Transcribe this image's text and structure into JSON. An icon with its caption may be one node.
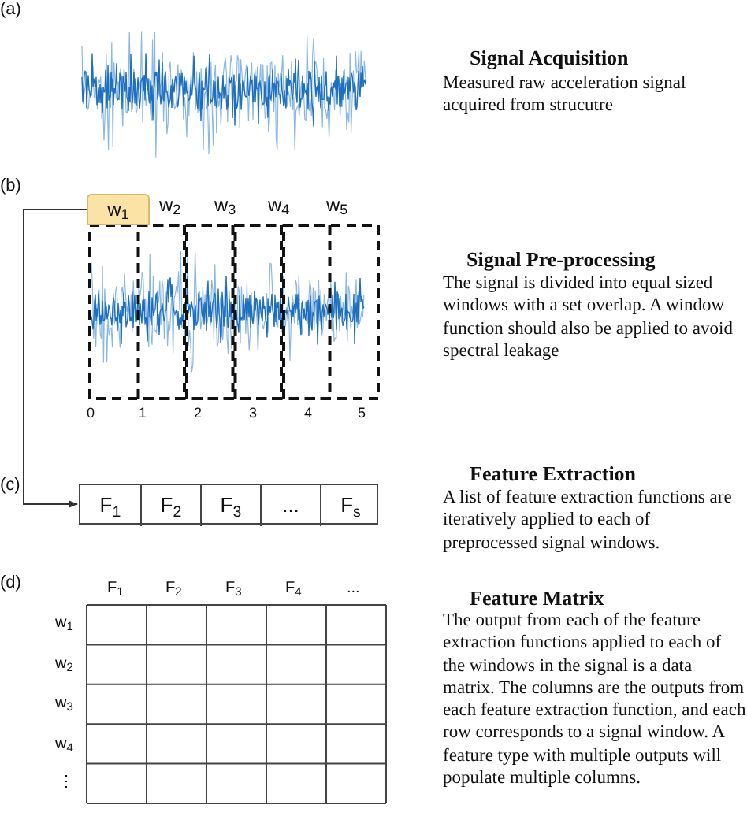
{
  "diagram": {
    "nodes": [
      {
        "text": [
          "w$_{1}$"
        ]
      },
      {
        "text": [],
        "shape": "box"
      },
      {
        "text": [
          "F$_{1}$"
        ],
        "in": 1
      },
      {
        "text": [
          "F$_{2}$"
        ],
        "in": 1
      },
      {
        "text": [
          "F$_{3}$"
        ],
        "in": 1
      },
      {
        "text": [
          "..."
        ],
        "in": 1
      },
      {
        "text": [
          "F$_{s}$"
        ],
        "in": 1
      }
    ],
    "edges": [
      {
        "from": 0,
        "to": 1,
        "arrow": "to"
      }
    ],
    "labels": [
      "(a)",
      "Signal Acquisition",
      "Measured raw acceleration signal acquired from strucutre",
      "(b)",
      "w$_{2}$",
      "w$_{3}$",
      "w$_{4}$",
      "w$_{5}$",
      "Signal Pre-processing",
      "The signal is divided into equal sized windows with a set overlap. A window function should also be applied to avoid spectral leakage",
      "0",
      "1",
      "2",
      "3",
      "4",
      "5",
      "(c)",
      "Feature Extraction",
      "A list of feature extraction functions are iteratively applied to each of preprocessed signal windows.",
      "(d)",
      "F$_{1}$",
      "F$_{2}$",
      "F$_{3}$",
      "F$_{4}$",
      "...",
      "w$_{1}$",
      "w$_{2}$",
      "w$_{3}$",
      "w$_{4}$",
      "⋮",
      "Feature Matrix",
      "The output from each of the feature extraction functions applied to each of the windows in the signal is a data matrix. The columns are the outputs from each feature extraction function, and each row corresponds to a signal window. A feature type with multiple outputs will populate multiple columns."
    ]
  }
}
